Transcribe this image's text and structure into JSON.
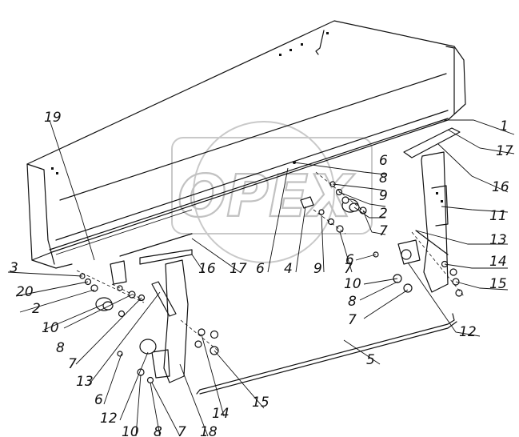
{
  "watermark": {
    "text": "OPEX"
  },
  "callouts": [
    {
      "id": "c1",
      "text": "1"
    },
    {
      "id": "c17a",
      "text": "17"
    },
    {
      "id": "c16a",
      "text": "16"
    },
    {
      "id": "c6a",
      "text": "6"
    },
    {
      "id": "c8a",
      "text": "8"
    },
    {
      "id": "c9a",
      "text": "9"
    },
    {
      "id": "c2a",
      "text": "2"
    },
    {
      "id": "c7a",
      "text": "7"
    },
    {
      "id": "c11",
      "text": "11"
    },
    {
      "id": "c13a",
      "text": "13"
    },
    {
      "id": "c14a",
      "text": "14"
    },
    {
      "id": "c15a",
      "text": "15"
    },
    {
      "id": "c12a",
      "text": "12"
    },
    {
      "id": "c19",
      "text": "19"
    },
    {
      "id": "c3",
      "text": "3"
    },
    {
      "id": "c20",
      "text": "20"
    },
    {
      "id": "c2b",
      "text": "2"
    },
    {
      "id": "c10a",
      "text": "10"
    },
    {
      "id": "c8b",
      "text": "8"
    },
    {
      "id": "c7b",
      "text": "7"
    },
    {
      "id": "c13b",
      "text": "13"
    },
    {
      "id": "c6b",
      "text": "6"
    },
    {
      "id": "c12b",
      "text": "12"
    },
    {
      "id": "c10b",
      "text": "10"
    },
    {
      "id": "c8c",
      "text": "8"
    },
    {
      "id": "c7c",
      "text": "7"
    },
    {
      "id": "c18",
      "text": "18"
    },
    {
      "id": "c14b",
      "text": "14"
    },
    {
      "id": "c15b",
      "text": "15"
    },
    {
      "id": "c5",
      "text": "5"
    },
    {
      "id": "c16b",
      "text": "16"
    },
    {
      "id": "c17b",
      "text": "17"
    },
    {
      "id": "c6c",
      "text": "6"
    },
    {
      "id": "c4",
      "text": "4"
    },
    {
      "id": "c9b",
      "text": "9"
    },
    {
      "id": "c7d",
      "text": "7"
    },
    {
      "id": "c6d",
      "text": "6"
    },
    {
      "id": "c10c",
      "text": "10"
    },
    {
      "id": "c8d",
      "text": "8"
    },
    {
      "id": "c7e",
      "text": "7"
    }
  ]
}
